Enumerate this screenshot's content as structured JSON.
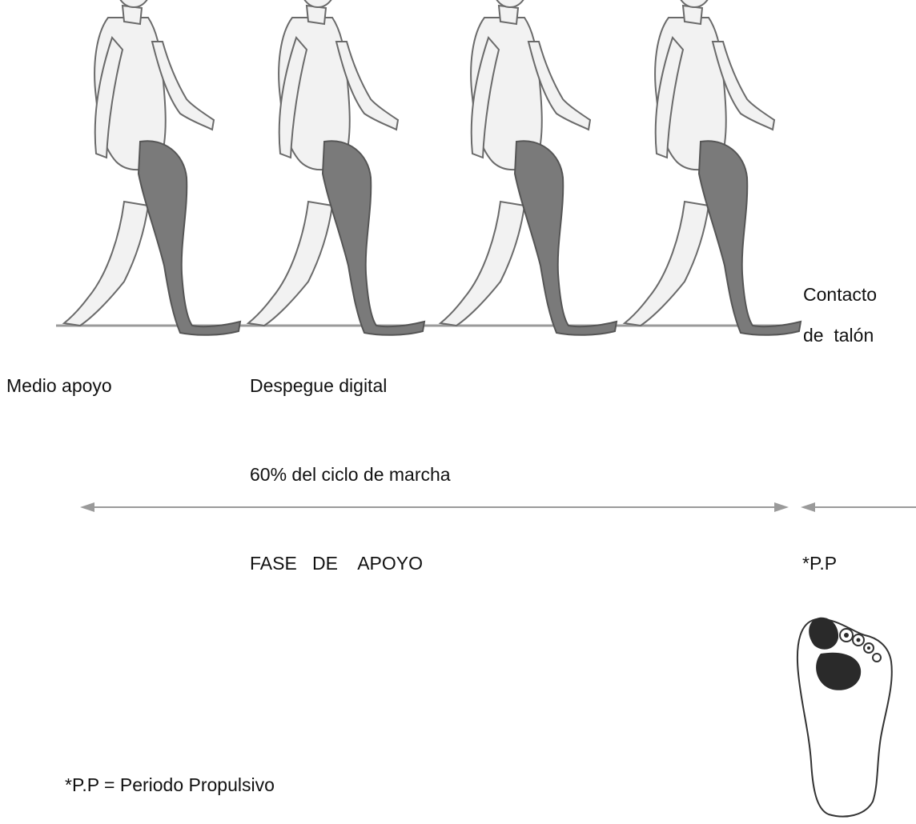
{
  "labels": {
    "contacto": "Contacto",
    "de_talon": "de  talón",
    "medio_apoyo": "Medio apoyo",
    "despegue_digital": "Despegue digital",
    "ciclo": "60% del ciclo de marcha",
    "fase": "FASE   DE    APOYO",
    "pp": "*P.P",
    "leyenda": "*P.P = Periodo Propulsivo"
  },
  "colors": {
    "skin": "#f2f2f2",
    "outline": "#6a6a6a",
    "leg_shade": "#7a7a7a",
    "ground": "#9a9a9a",
    "arrow": "#9a9a9a",
    "foot_pressure": "#2a2a2a"
  }
}
